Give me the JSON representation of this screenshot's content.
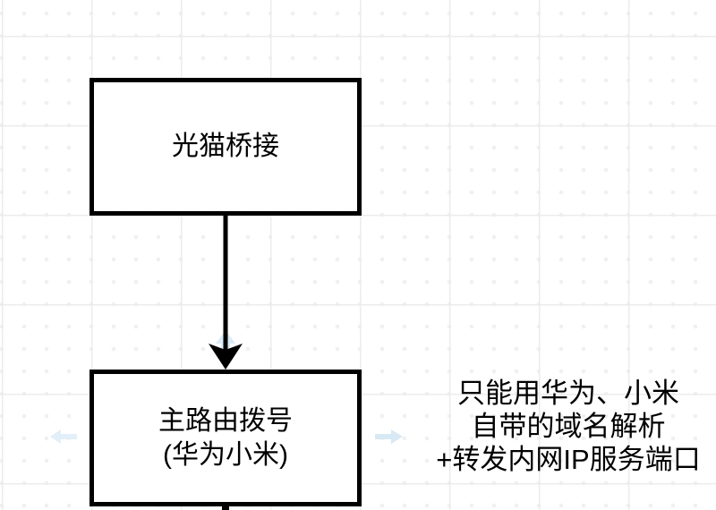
{
  "canvas": {
    "background_color": "#ffffff",
    "grid_line_color": "#ececec",
    "grid_dot_color": "#f0f0f0"
  },
  "nodes": {
    "modem": {
      "label": "光猫桥接"
    },
    "router": {
      "line1": "主路由拨号",
      "line2": "(华为小米)"
    }
  },
  "connector": {
    "color": "#000000",
    "style": "thick-solid-arrow-down"
  },
  "annotation": {
    "line1": "只能用华为、小米",
    "line2": "自带的域名解析",
    "line3": "+转发内网IP服务端口",
    "color": "#000000"
  },
  "hint_arrows": {
    "color": "#d8eaf5"
  }
}
